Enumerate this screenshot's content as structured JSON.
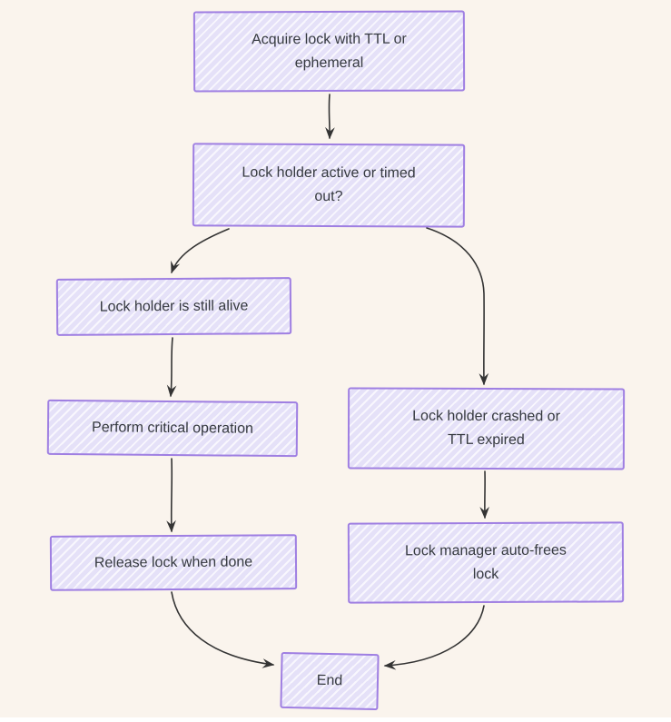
{
  "canvas": {
    "background": "#faf4ed",
    "bottom_strip_color": "#ffffff"
  },
  "theme": {
    "node_border": "#9f7fe2",
    "node_fill": "#e5e1f8",
    "node_hachure": "#ffffff",
    "text_color": "#363a40",
    "arrow_color": "#343434"
  },
  "diagram": {
    "type": "flowchart",
    "nodes": [
      {
        "id": "acquire",
        "label": "Acquire lock with TTL or\nephemeral"
      },
      {
        "id": "check",
        "label": "Lock holder active or timed\nout?"
      },
      {
        "id": "alive",
        "label": "Lock holder is still alive"
      },
      {
        "id": "perform",
        "label": "Perform critical operation"
      },
      {
        "id": "release",
        "label": "Release lock when done"
      },
      {
        "id": "crashed",
        "label": "Lock holder crashed or\nTTL expired"
      },
      {
        "id": "autofree",
        "label": "Lock manager auto-frees\nlock"
      },
      {
        "id": "end",
        "label": "End"
      }
    ],
    "edges": [
      {
        "from": "acquire",
        "to": "check"
      },
      {
        "from": "check",
        "to": "alive"
      },
      {
        "from": "check",
        "to": "crashed"
      },
      {
        "from": "alive",
        "to": "perform"
      },
      {
        "from": "perform",
        "to": "release"
      },
      {
        "from": "crashed",
        "to": "autofree"
      },
      {
        "from": "release",
        "to": "end"
      },
      {
        "from": "autofree",
        "to": "end"
      }
    ]
  }
}
